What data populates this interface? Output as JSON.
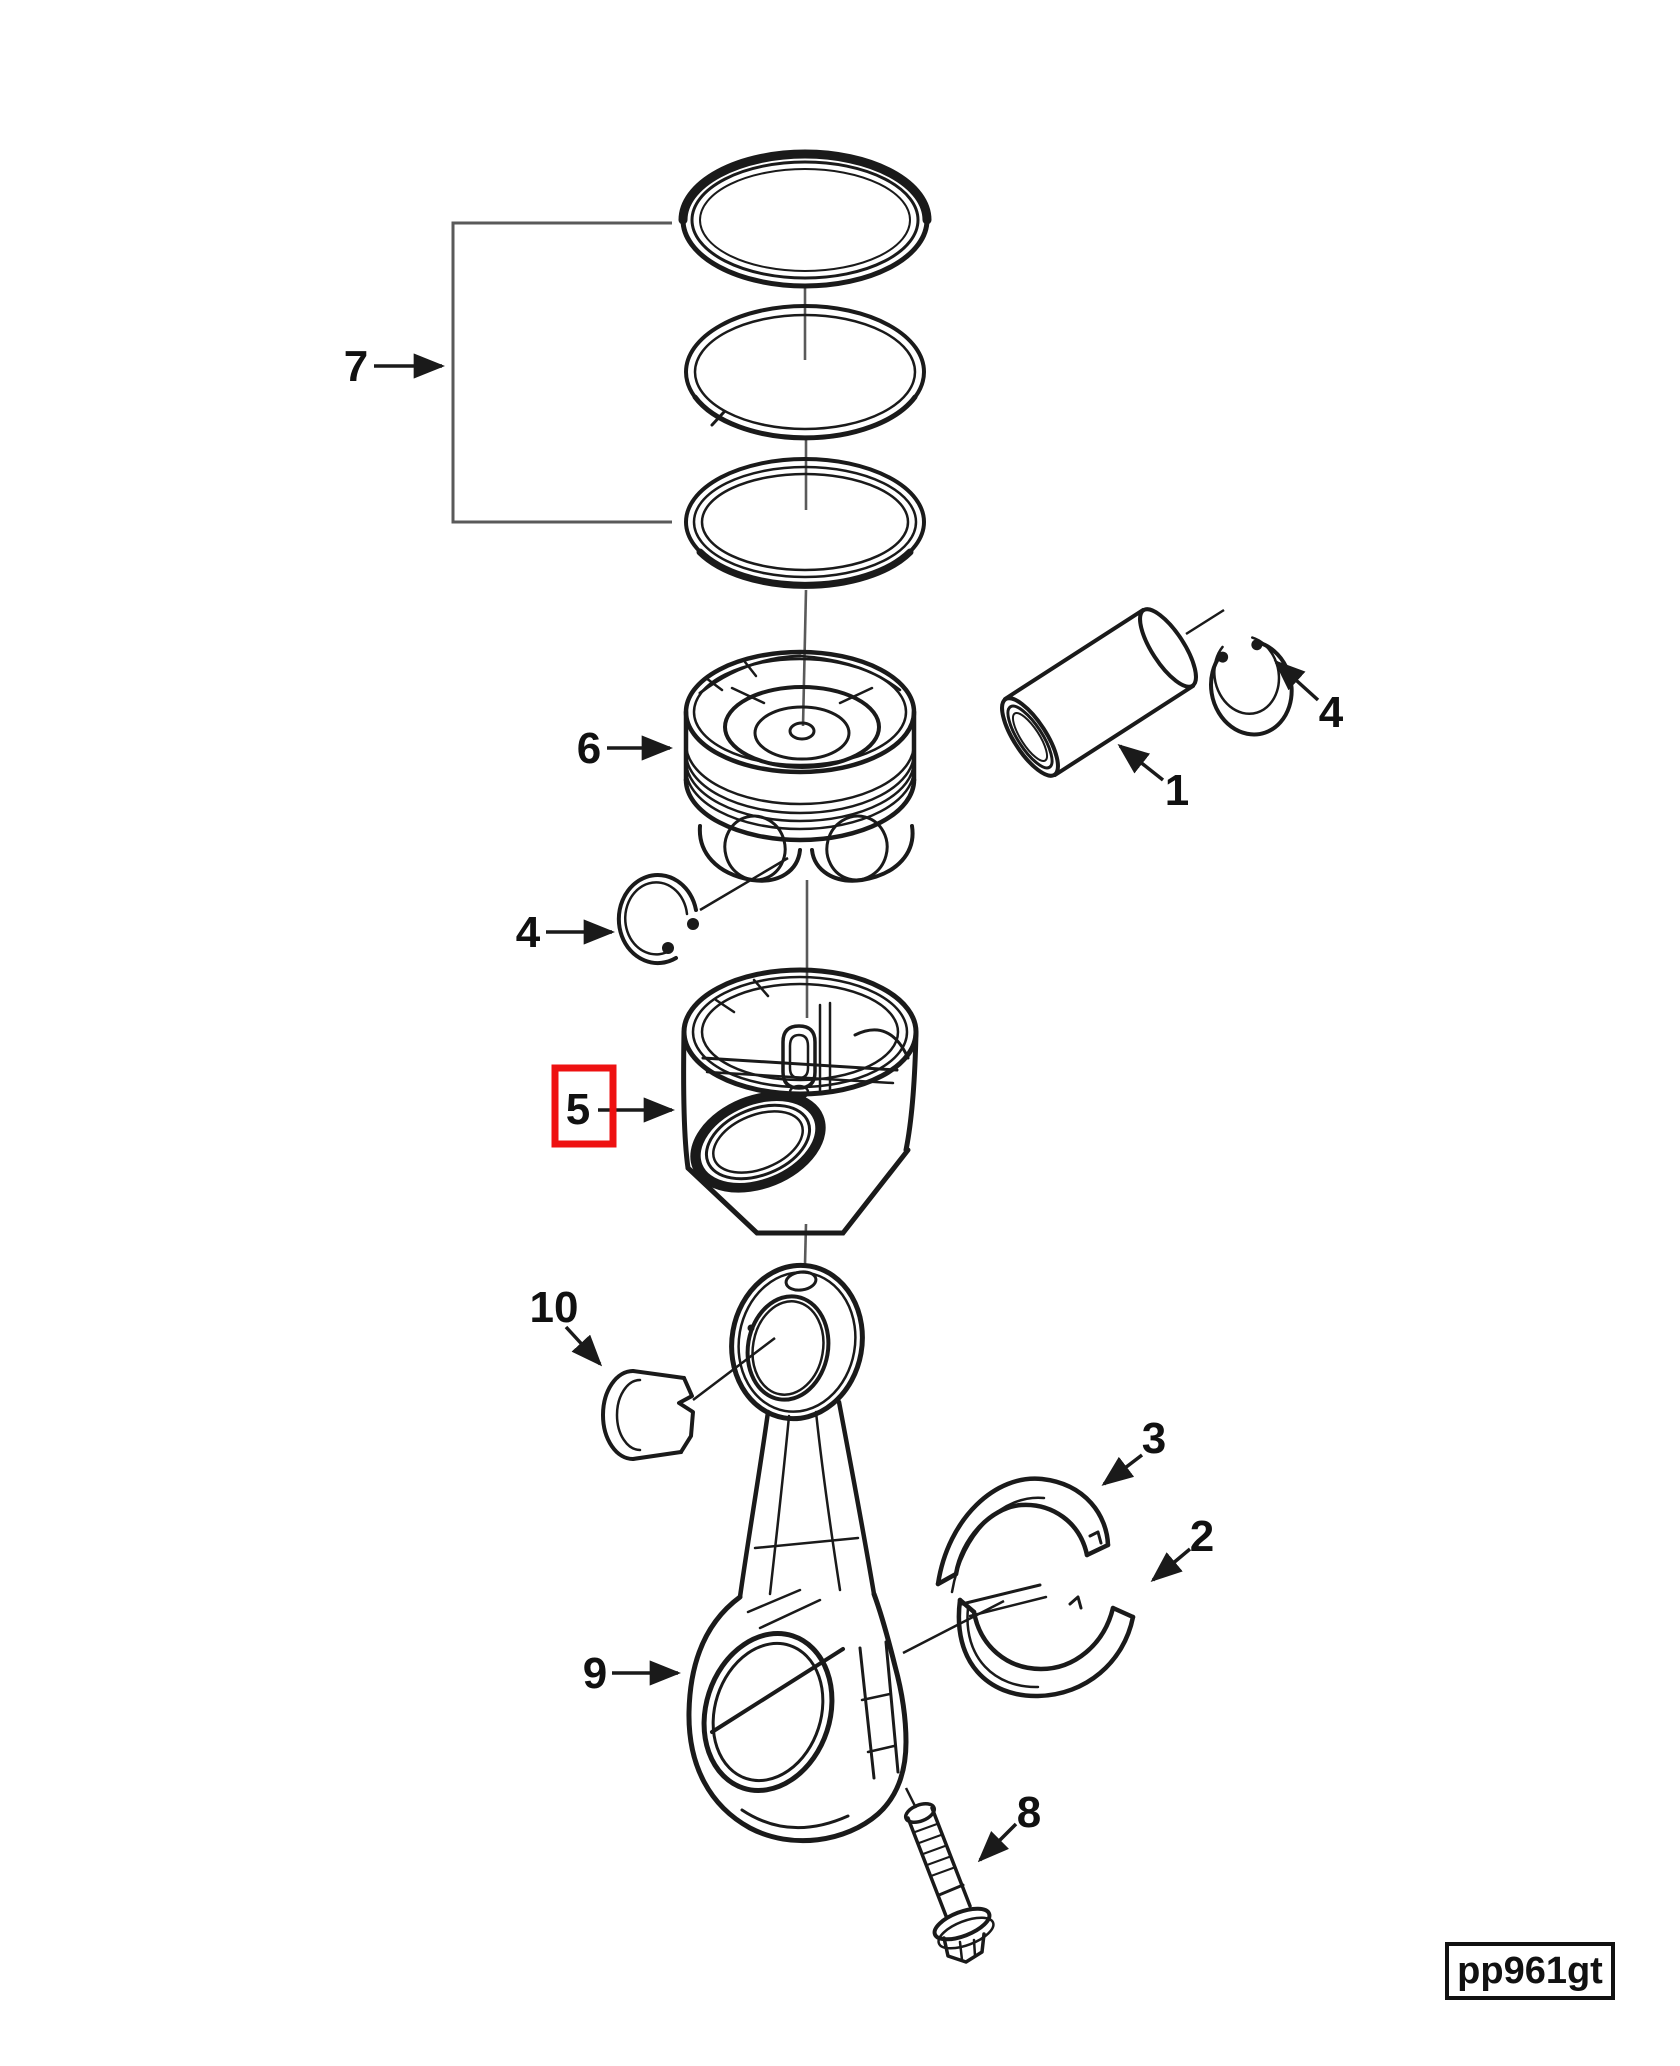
{
  "figure": {
    "part_code": "pp961gt",
    "colors": {
      "line": "#1a1a1a",
      "leader_line": "#5a5a5a",
      "highlight_red": "#ee1111",
      "background": "#ffffff"
    },
    "callouts": [
      {
        "label": "7",
        "part": "piston-ring-set"
      },
      {
        "label": "6",
        "part": "piston-crown"
      },
      {
        "label": "4",
        "part": "retaining-ring-left"
      },
      {
        "label": "1",
        "part": "piston-pin"
      },
      {
        "label": "4",
        "part": "retaining-ring-right"
      },
      {
        "label": "5",
        "part": "piston-skirt",
        "highlighted": true
      },
      {
        "label": "10",
        "part": "pin-bushing"
      },
      {
        "label": "9",
        "part": "connecting-rod"
      },
      {
        "label": "3",
        "part": "bearing-shell-upper"
      },
      {
        "label": "2",
        "part": "bearing-shell-lower"
      },
      {
        "label": "8",
        "part": "rod-cap-bolt"
      }
    ]
  }
}
